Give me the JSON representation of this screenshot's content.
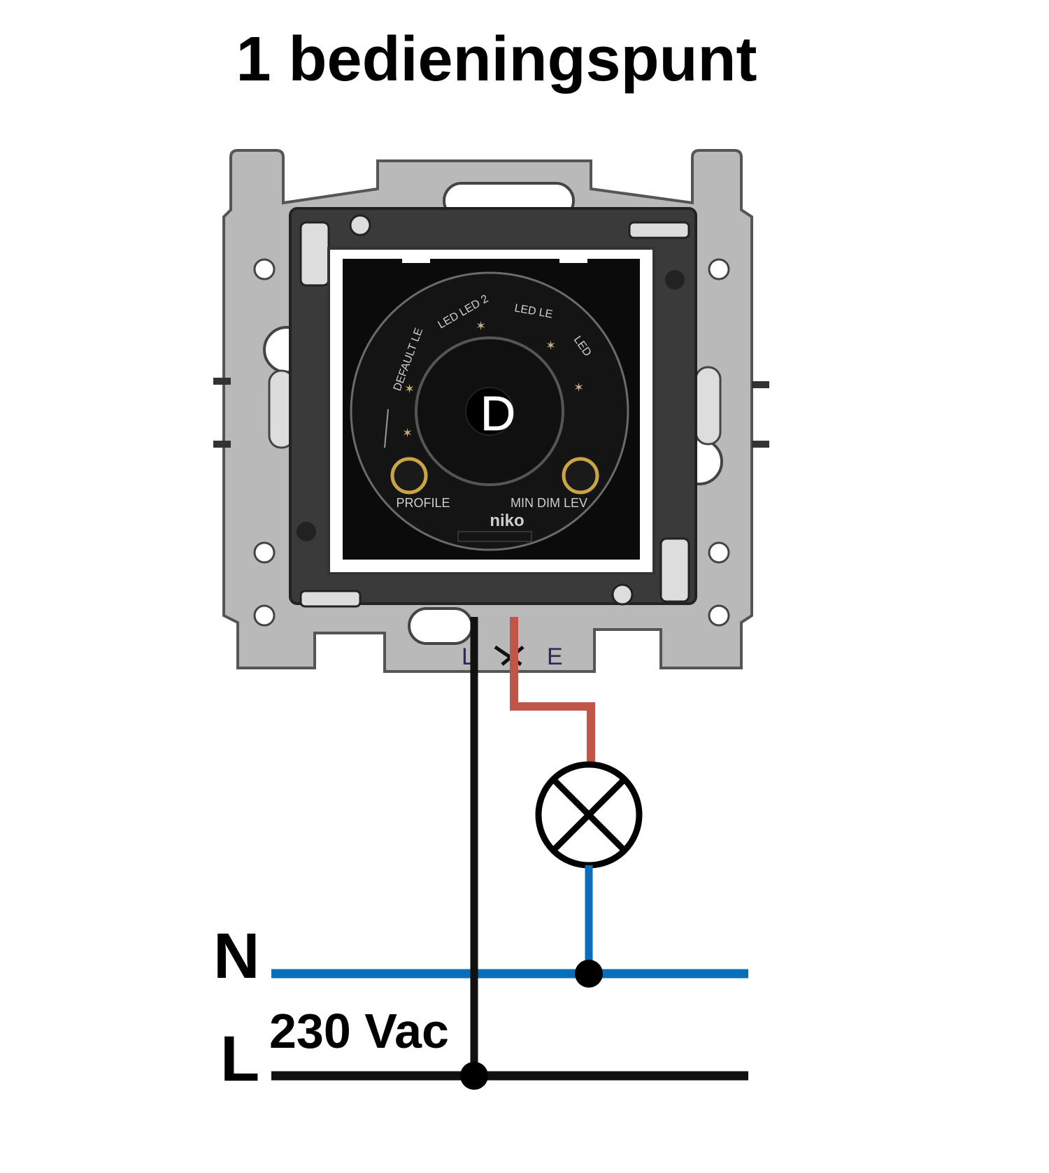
{
  "title": "1 bedieningspunt",
  "supply": {
    "neutral_label": "N",
    "line_label": "L",
    "voltage_label": "230 Vac"
  },
  "terminals": {
    "left": "L",
    "right": "E"
  },
  "dimmer": {
    "center_symbol": "D",
    "left_knob_label": "PROFILE",
    "right_knob_label": "MIN DIM LEV",
    "brand": "niko",
    "dial_marks": [
      "DEFAULT LE",
      "LED LED 2",
      "LED LE",
      "LED"
    ]
  },
  "wire_colors": {
    "line": "#111111",
    "neutral": "#0a6fb8",
    "switched": "#c0554a"
  }
}
